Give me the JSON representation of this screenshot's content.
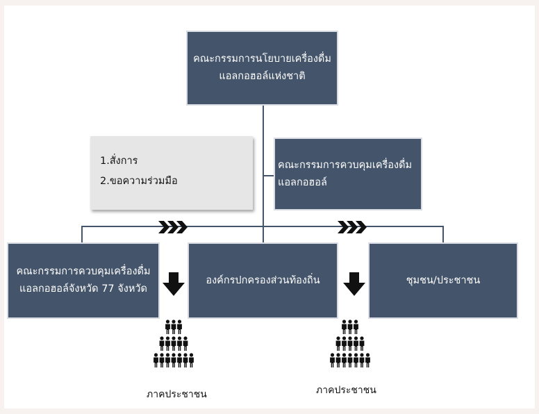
{
  "nodes": {
    "national_committee": [
      "คณะกรรมการนโยบายเครื่องดื่ม",
      "แอลกอฮอล์แห่งชาติ"
    ],
    "control_committee": [
      "คณะกรรมการควบคุมเครื่องดื่ม",
      "แอลกอฮอล์"
    ],
    "provincial_committee": [
      "คณะกรรมการควบคุมเครื่องดื่ม",
      "แอลกอฮอล์จังหวัด 77 จังหวัด"
    ],
    "local_government": [
      "องค์กรปกครองส่วนท้องถิ่น"
    ],
    "community": [
      "ชุมชน/ประชาชน"
    ]
  },
  "note": [
    "1.สั่งการ",
    "2.ขอความร่วมมือ"
  ],
  "captions": [
    "ภาคประชาชน",
    "ภาคประชาชน"
  ],
  "icons": {
    "chevron": "triple-chevron-right-icon",
    "arrow": "arrow-down-icon",
    "people": "people-pyramid-icon"
  },
  "colors": {
    "box_fill": "#44546a",
    "box_text": "#ffffff",
    "note_fill": "#e6e6e6"
  }
}
